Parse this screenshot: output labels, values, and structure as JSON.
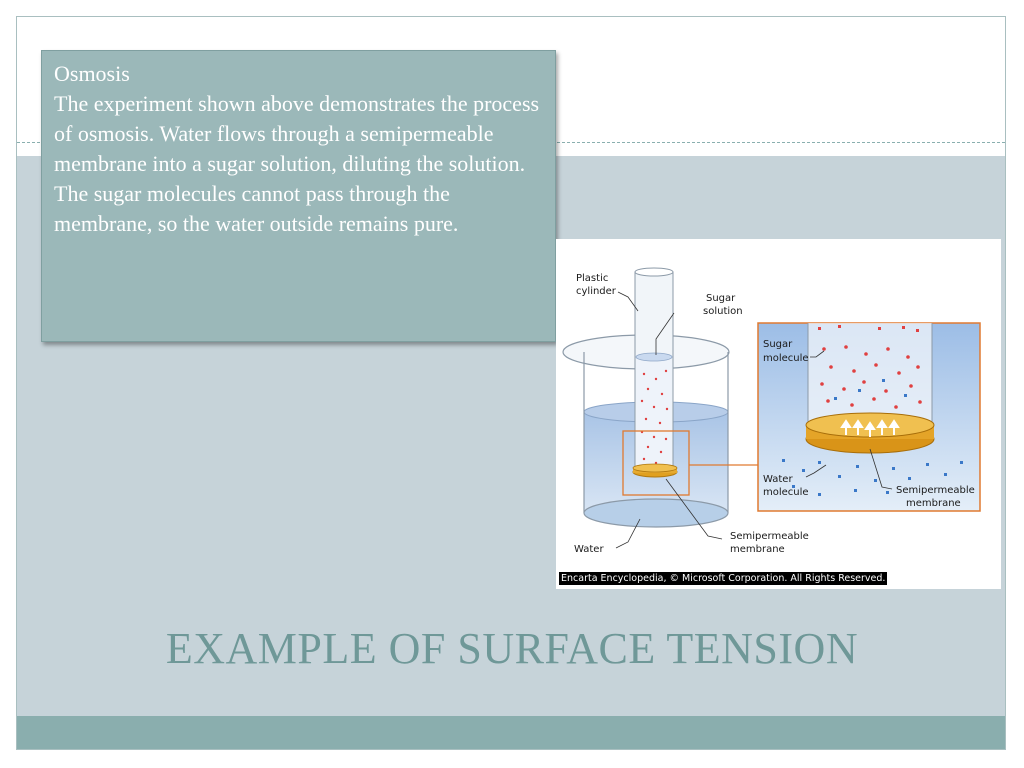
{
  "caption": {
    "heading": "Osmosis",
    "body": "The experiment shown above demonstrates the process of osmosis. Water flows through a semipermeable membrane into a sugar solution, diluting the solution. The sugar molecules cannot pass through the membrane, so the water outside remains pure."
  },
  "figure": {
    "labels": {
      "plastic_cylinder_1": "Plastic",
      "plastic_cylinder_2": "cylinder",
      "sugar_solution_1": "Sugar",
      "sugar_solution_2": "solution",
      "water": "Water",
      "semipermeable_1": "Semipermeable",
      "semipermeable_2": "membrane",
      "sugar_molecule_1": "Sugar",
      "sugar_molecule_2": "molecule",
      "water_molecule_1": "Water",
      "water_molecule_2": "molecule",
      "inset_semipermeable_1": "Semipermeable",
      "inset_semipermeable_2": "membrane"
    },
    "credit": "Encarta Encyclopedia, © Microsoft Corporation. All Rights Reserved."
  },
  "slide": {
    "title": "EXAMPLE OF SURFACE TENSION"
  },
  "colors": {
    "accent_teal": "#6f9898",
    "box_fill": "#9bb8b9",
    "band": "#c6d3d9",
    "footer": "#8aaeae",
    "sugar_red": "#e04040",
    "water_blue": "#3a78c8",
    "membrane_gold": "#e0a020"
  }
}
